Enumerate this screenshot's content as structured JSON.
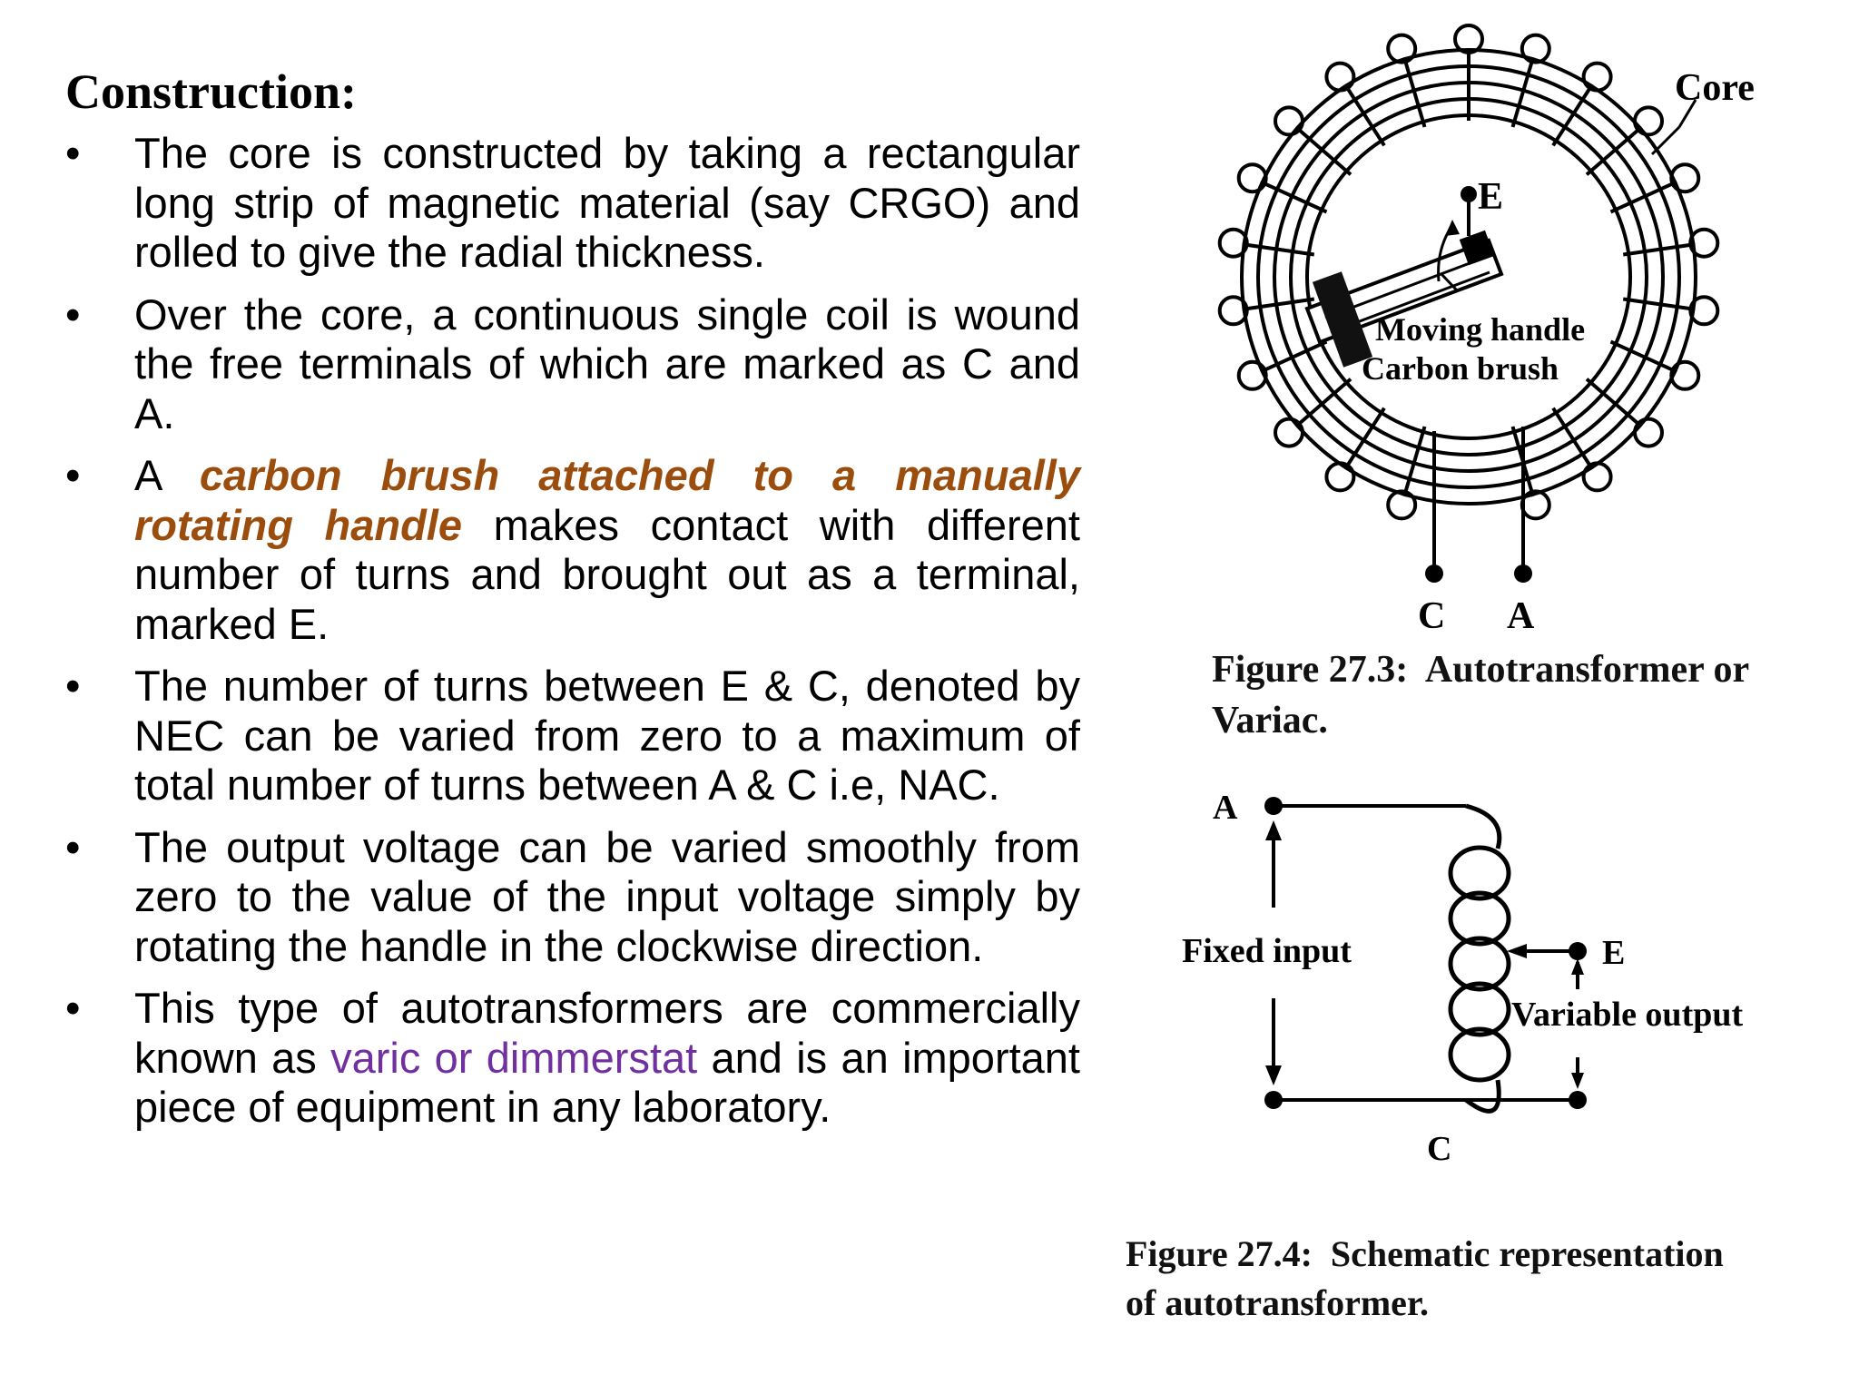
{
  "content": {
    "heading": "Construction:",
    "bullet_symbol": "•",
    "bullets": [
      {
        "text": "The core is constructed by taking a rectangular long strip of magnetic material (say CRGO) and rolled to give the radial thickness."
      },
      {
        "text": "Over the core, a continuous single coil is wound the free terminals of which are marked as C and A."
      },
      {
        "lead": "A ",
        "highlight": "carbon brush attached to a manually rotating handle",
        "rest": " makes contact with different number of turns and brought out as a terminal, marked E."
      },
      {
        "text": "The number of turns between E & C, denoted by NEC can be varied from zero to a maximum of total number of turns between A & C i.e, NAC."
      },
      {
        "text": "The output voltage can be varied smoothly from zero to the value of the input voltage simply by rotating the handle in the clockwise direction."
      },
      {
        "lead": "This type of autotransformers are commercially known as ",
        "highlight": "varic or dimmerstat",
        "rest": " and is an important piece of equipment in any laboratory."
      }
    ]
  },
  "figure1": {
    "labels": {
      "core": "Core",
      "e": "E",
      "moving_handle": "Moving handle",
      "carbon_brush": "Carbon brush",
      "c": "C",
      "a": "A"
    },
    "caption_line1": "Figure 27.3:  Autotransformer or",
    "caption_line2": "Variac."
  },
  "figure2": {
    "labels": {
      "a": "A",
      "fixed_input": "Fixed input",
      "e": "E",
      "variable_output": "Variable output",
      "c": "C"
    },
    "caption_line1": "Figure 27.4:  Schematic representation",
    "caption_line2": "of autotransformer."
  },
  "colors": {
    "highlight_brown": "#9a4d0c",
    "highlight_purple": "#7030a0",
    "diagram_ink": "#000000"
  }
}
